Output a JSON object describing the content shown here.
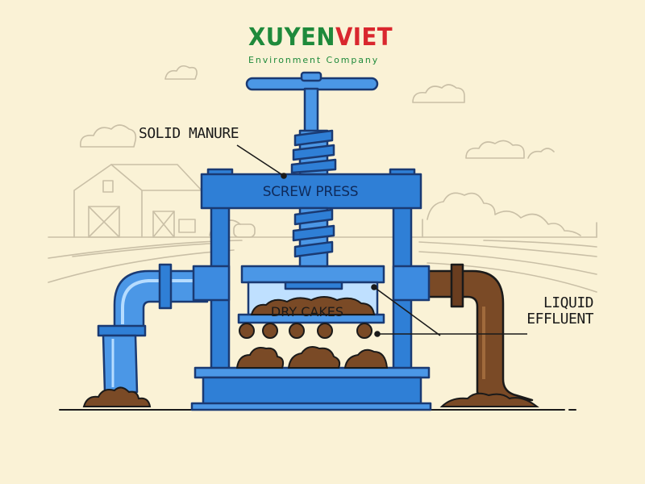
{
  "brand": {
    "name_part1": "XUYEN",
    "name_part2": "VIET",
    "tagline": "Environment Company",
    "colors": {
      "green": "#1f8a3b",
      "red": "#d9272e"
    }
  },
  "labels": {
    "solid_manure": "SOLID MANURE",
    "screw_press": "SCREW PRESS",
    "dry_cakes": "DRY CAKES",
    "liquid_line1": "LIQUID",
    "liquid_line2": "EFFLUENT"
  },
  "colors": {
    "background": "#faf2d6",
    "press_blue": "#2f7fd6",
    "outline": "#1a3a73",
    "manure_brown": "#7a4a26",
    "sketch": "#c9bfa6"
  }
}
